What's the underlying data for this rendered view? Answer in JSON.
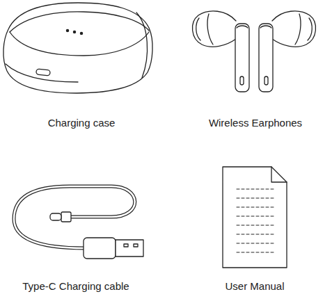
{
  "diagram": {
    "labels": [
      "Charging case",
      "Wireless Earphones",
      "Type-C Charging cable",
      "User Manual"
    ]
  }
}
